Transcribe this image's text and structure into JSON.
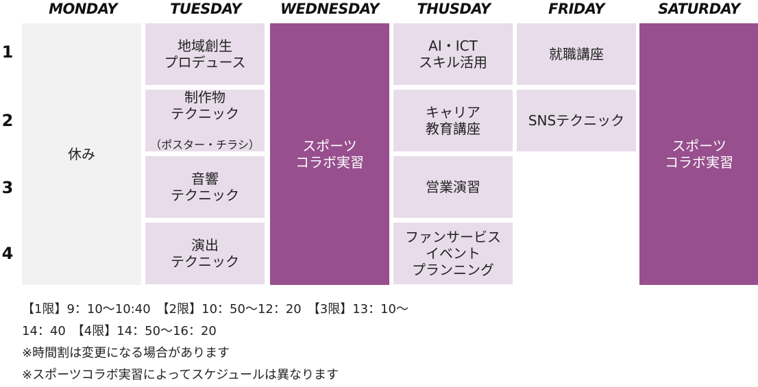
{
  "colors": {
    "light_cell": "#e8dcea",
    "gray_cell": "#f2f2f2",
    "dark_cell": "#974f8e",
    "text": "#222222"
  },
  "headers": {
    "monday": "MONDAY",
    "tuesday": "TUESDAY",
    "wednesday": "WEDNESDAY",
    "thursday": "THUSDAY",
    "friday": "FRIDAY",
    "saturday": "SATURDAY"
  },
  "periods": [
    "1",
    "2",
    "3",
    "4"
  ],
  "schedule": {
    "monday": "休み",
    "tuesday": {
      "p1": "地域創生\nプロデュース",
      "p2": "制作物\nテクニック",
      "p2_sub": "（ポスター・チラシ）",
      "p3": "音響\nテクニック",
      "p4": "演出\nテクニック"
    },
    "wednesday": "スポーツ\nコラボ実習",
    "thursday": {
      "p1": "AI・ICT\nスキル活用",
      "p2": "キャリア\n教育講座",
      "p3": "営業演習",
      "p4": "ファンサービス\nイベント\nプランニング"
    },
    "friday": {
      "p1": "就職講座",
      "p2": "SNSテクニック"
    },
    "saturday": "スポーツ\nコラボ実習"
  },
  "notes": [
    "【1限】9：10〜10:40　【2限】10：50〜12：20　【3限】13：10〜",
    "14：40　【4限】14：50〜16：20",
    "※時間割は変更になる場合があります",
    "※スポーツコラボ実習によってスケジュールは異なります"
  ]
}
